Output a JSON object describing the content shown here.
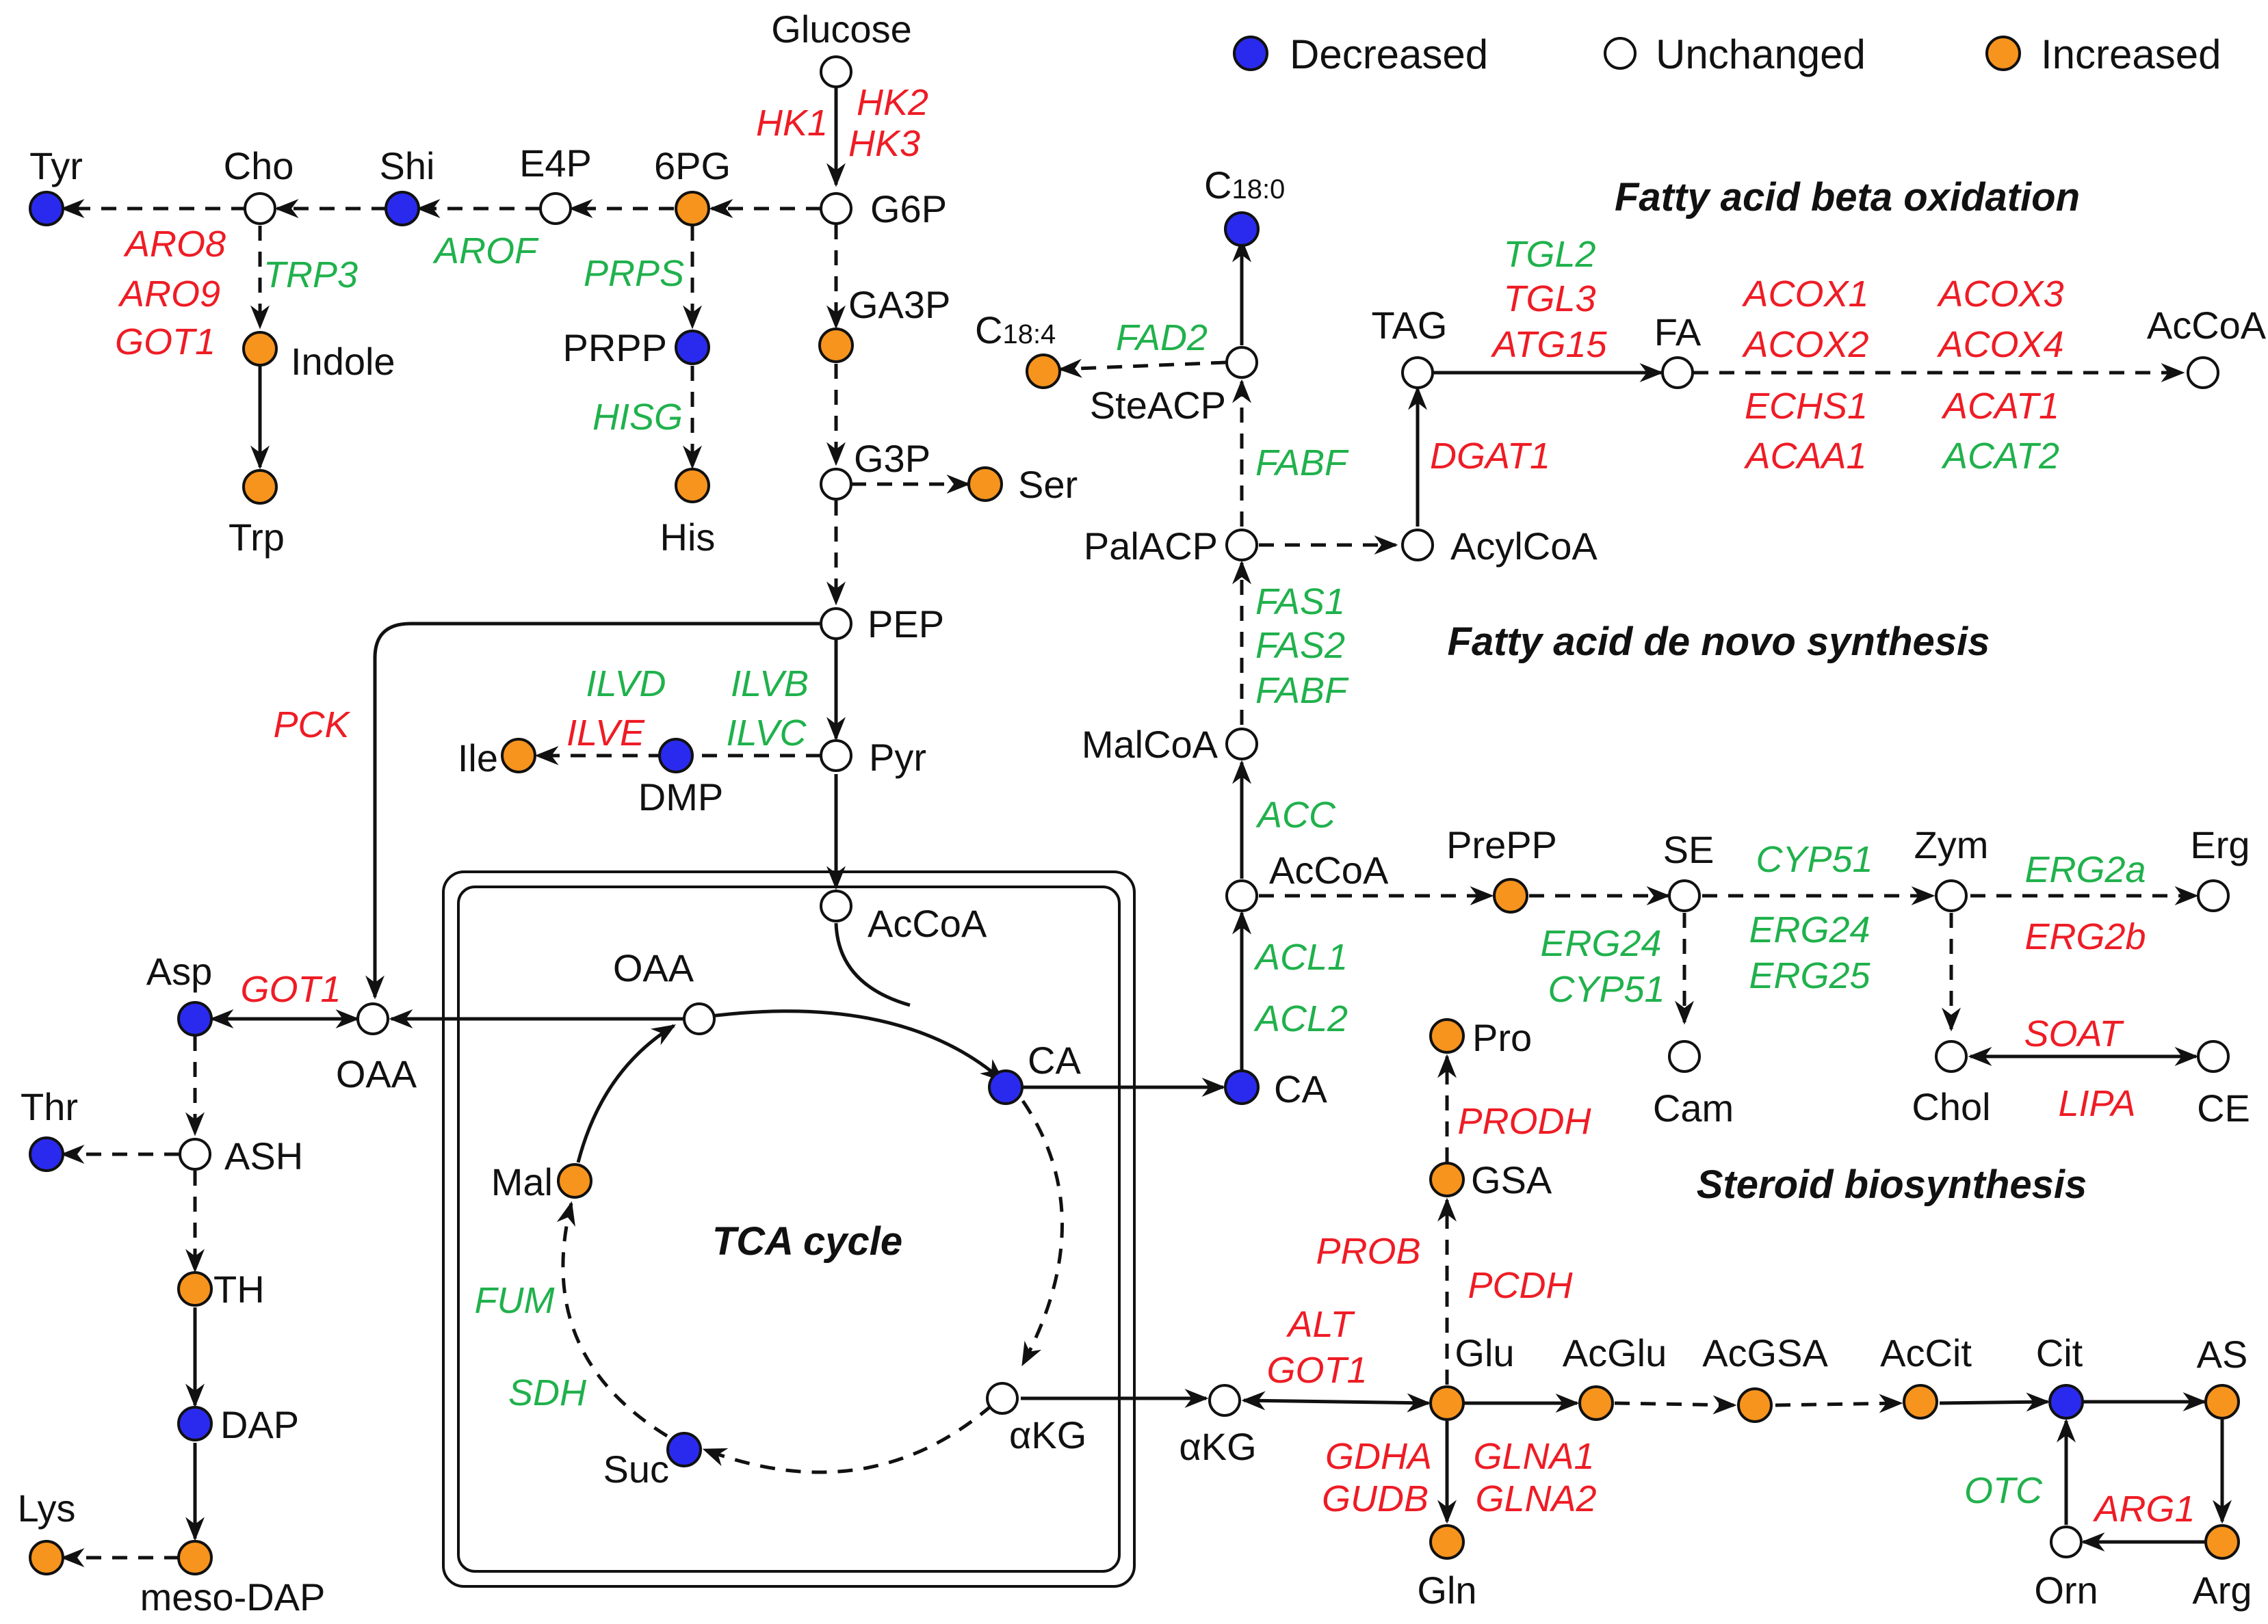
{
  "colors": {
    "decreased": "#2a2aef",
    "unchanged": "#ffffff",
    "increased": "#f7941d",
    "enzyme_up": "#ee1c25",
    "enzyme_down": "#20b14c"
  },
  "legend": [
    {
      "label": "Decreased",
      "state": "decreased"
    },
    {
      "label": "Unchanged",
      "state": "unchanged"
    },
    {
      "label": "Increased",
      "state": "increased"
    }
  ],
  "sections": {
    "beta_oxidation": "Fatty acid beta oxidation",
    "de_novo": "Fatty acid de novo synthesis",
    "steroid": "Steroid biosynthesis",
    "tca": "TCA cycle"
  },
  "metabolites": {
    "glucose": {
      "label": "Glucose",
      "state": "unchanged"
    },
    "g6p": {
      "label": "G6P",
      "state": "unchanged"
    },
    "pg6": {
      "label": "6PG",
      "state": "increased"
    },
    "e4p": {
      "label": "E4P",
      "state": "unchanged"
    },
    "shi": {
      "label": "Shi",
      "state": "decreased"
    },
    "cho": {
      "label": "Cho",
      "state": "unchanged"
    },
    "tyr": {
      "label": "Tyr",
      "state": "decreased"
    },
    "indole": {
      "label": "Indole",
      "state": "increased"
    },
    "trp": {
      "label": "Trp",
      "state": "increased"
    },
    "prpp": {
      "label": "PRPP",
      "state": "decreased"
    },
    "his": {
      "label": "His",
      "state": "increased"
    },
    "ga3p": {
      "label": "GA3P",
      "state": "increased"
    },
    "g3p": {
      "label": "G3P",
      "state": "unchanged"
    },
    "ser": {
      "label": "Ser",
      "state": "increased"
    },
    "pep": {
      "label": "PEP",
      "state": "unchanged"
    },
    "pyr": {
      "label": "Pyr",
      "state": "unchanged"
    },
    "dmp": {
      "label": "DMP",
      "state": "decreased"
    },
    "ile": {
      "label": "Ile",
      "state": "increased"
    },
    "acoa_tca": {
      "label": "AcCoA",
      "state": "unchanged"
    },
    "oaa_tca": {
      "label": "OAA",
      "state": "unchanged"
    },
    "ca_tca": {
      "label": "CA",
      "state": "decreased"
    },
    "akg_tca": {
      "label": "αKG",
      "state": "unchanged"
    },
    "suc": {
      "label": "Suc",
      "state": "decreased"
    },
    "mal": {
      "label": "Mal",
      "state": "increased"
    },
    "oaa": {
      "label": "OAA",
      "state": "unchanged"
    },
    "asp": {
      "label": "Asp",
      "state": "decreased"
    },
    "ash": {
      "label": "ASH",
      "state": "unchanged"
    },
    "thr": {
      "label": "Thr",
      "state": "decreased"
    },
    "th": {
      "label": "TH",
      "state": "increased"
    },
    "dap": {
      "label": "DAP",
      "state": "decreased"
    },
    "mesodap": {
      "label": "meso-DAP",
      "state": "increased"
    },
    "lys": {
      "label": "Lys",
      "state": "increased"
    },
    "c180": {
      "label": "C",
      "sub": "18:0",
      "state": "decreased"
    },
    "steacp": {
      "label": "SteACP",
      "state": "unchanged"
    },
    "c184": {
      "label": "C",
      "sub": "18:4",
      "state": "increased"
    },
    "palacp": {
      "label": "PalACP",
      "state": "unchanged"
    },
    "acylcoa": {
      "label": "AcylCoA",
      "state": "unchanged"
    },
    "tag": {
      "label": "TAG",
      "state": "unchanged"
    },
    "fa": {
      "label": "FA",
      "state": "unchanged"
    },
    "acoa_beta": {
      "label": "AcCoA",
      "state": "unchanged"
    },
    "malcoa": {
      "label": "MalCoA",
      "state": "unchanged"
    },
    "acoa_cyt": {
      "label": "AcCoA",
      "state": "unchanged"
    },
    "ca_cyt": {
      "label": "CA",
      "state": "decreased"
    },
    "prepp": {
      "label": "PrePP",
      "state": "increased"
    },
    "se": {
      "label": "SE",
      "state": "unchanged"
    },
    "cam": {
      "label": "Cam",
      "state": "unchanged"
    },
    "zym": {
      "label": "Zym",
      "state": "unchanged"
    },
    "erg": {
      "label": "Erg",
      "state": "unchanged"
    },
    "chol": {
      "label": "Chol",
      "state": "unchanged"
    },
    "ce": {
      "label": "CE",
      "state": "unchanged"
    },
    "pro": {
      "label": "Pro",
      "state": "increased"
    },
    "gsa": {
      "label": "GSA",
      "state": "increased"
    },
    "akg": {
      "label": "αKG",
      "state": "unchanged"
    },
    "glu": {
      "label": "Glu",
      "state": "increased"
    },
    "gln": {
      "label": "Gln",
      "state": "increased"
    },
    "acglu": {
      "label": "AcGlu",
      "state": "increased"
    },
    "acgsa": {
      "label": "AcGSA",
      "state": "increased"
    },
    "accit": {
      "label": "AcCit",
      "state": "increased"
    },
    "cit": {
      "label": "Cit",
      "state": "decreased"
    },
    "as": {
      "label": "AS",
      "state": "increased"
    },
    "arg": {
      "label": "Arg",
      "state": "increased"
    },
    "orn": {
      "label": "Orn",
      "state": "unchanged"
    }
  },
  "enzymes": {
    "hk1": {
      "label": "HK1",
      "dir": "up"
    },
    "hk2": {
      "label": "HK2",
      "dir": "up"
    },
    "hk3": {
      "label": "HK3",
      "dir": "up"
    },
    "aro8": {
      "label": "ARO8",
      "dir": "up"
    },
    "aro9": {
      "label": "ARO9",
      "dir": "up"
    },
    "got1_tyr": {
      "label": "GOT1",
      "dir": "up"
    },
    "trp3": {
      "label": "TRP3",
      "dir": "down"
    },
    "arof": {
      "label": "AROF",
      "dir": "down"
    },
    "prps": {
      "label": "PRPS",
      "dir": "down"
    },
    "hisg": {
      "label": "HISG",
      "dir": "down"
    },
    "pck": {
      "label": "PCK",
      "dir": "up"
    },
    "ilvd": {
      "label": "ILVD",
      "dir": "down"
    },
    "ilve": {
      "label": "ILVE",
      "dir": "up"
    },
    "ilvb": {
      "label": "ILVB",
      "dir": "down"
    },
    "ilvc": {
      "label": "ILVC",
      "dir": "down"
    },
    "got1_asp": {
      "label": "GOT1",
      "dir": "up"
    },
    "fum": {
      "label": "FUM",
      "dir": "down"
    },
    "sdh": {
      "label": "SDH",
      "dir": "down"
    },
    "fad2": {
      "label": "FAD2",
      "dir": "down"
    },
    "fabf_top": {
      "label": "FABF",
      "dir": "down"
    },
    "fas1": {
      "label": "FAS1",
      "dir": "down"
    },
    "fas2": {
      "label": "FAS2",
      "dir": "down"
    },
    "fabf_mid": {
      "label": "FABF",
      "dir": "down"
    },
    "acc": {
      "label": "ACC",
      "dir": "down"
    },
    "acl1": {
      "label": "ACL1",
      "dir": "down"
    },
    "acl2": {
      "label": "ACL2",
      "dir": "down"
    },
    "dgat1": {
      "label": "DGAT1",
      "dir": "up"
    },
    "tgl2": {
      "label": "TGL2",
      "dir": "down"
    },
    "tgl3": {
      "label": "TGL3",
      "dir": "up"
    },
    "atg15": {
      "label": "ATG15",
      "dir": "up"
    },
    "acox1": {
      "label": "ACOX1",
      "dir": "up"
    },
    "acox2": {
      "label": "ACOX2",
      "dir": "up"
    },
    "echs1": {
      "label": "ECHS1",
      "dir": "up"
    },
    "acaa1": {
      "label": "ACAA1",
      "dir": "up"
    },
    "acox3": {
      "label": "ACOX3",
      "dir": "up"
    },
    "acox4": {
      "label": "ACOX4",
      "dir": "up"
    },
    "acat1": {
      "label": "ACAT1",
      "dir": "up"
    },
    "acat2": {
      "label": "ACAT2",
      "dir": "down"
    },
    "cyp51_a": {
      "label": "CYP51",
      "dir": "down"
    },
    "erg24_a": {
      "label": "ERG24",
      "dir": "down"
    },
    "erg25": {
      "label": "ERG25",
      "dir": "down"
    },
    "erg24_b": {
      "label": "ERG24",
      "dir": "down"
    },
    "cyp51_b": {
      "label": "CYP51",
      "dir": "down"
    },
    "erg2a": {
      "label": "ERG2a",
      "dir": "down"
    },
    "erg2b": {
      "label": "ERG2b",
      "dir": "up"
    },
    "soat": {
      "label": "SOAT",
      "dir": "up"
    },
    "lipa": {
      "label": "LIPA",
      "dir": "up"
    },
    "prodh": {
      "label": "PRODH",
      "dir": "up"
    },
    "prob": {
      "label": "PROB",
      "dir": "up"
    },
    "pcdh": {
      "label": "PCDH",
      "dir": "up"
    },
    "alt": {
      "label": "ALT",
      "dir": "up"
    },
    "got1_glu": {
      "label": "GOT1",
      "dir": "up"
    },
    "gdha": {
      "label": "GDHA",
      "dir": "up"
    },
    "gudb": {
      "label": "GUDB",
      "dir": "up"
    },
    "glna1": {
      "label": "GLNA1",
      "dir": "up"
    },
    "glna2": {
      "label": "GLNA2",
      "dir": "up"
    },
    "otc": {
      "label": "OTC",
      "dir": "down"
    },
    "arg1": {
      "label": "ARG1",
      "dir": "up"
    }
  }
}
